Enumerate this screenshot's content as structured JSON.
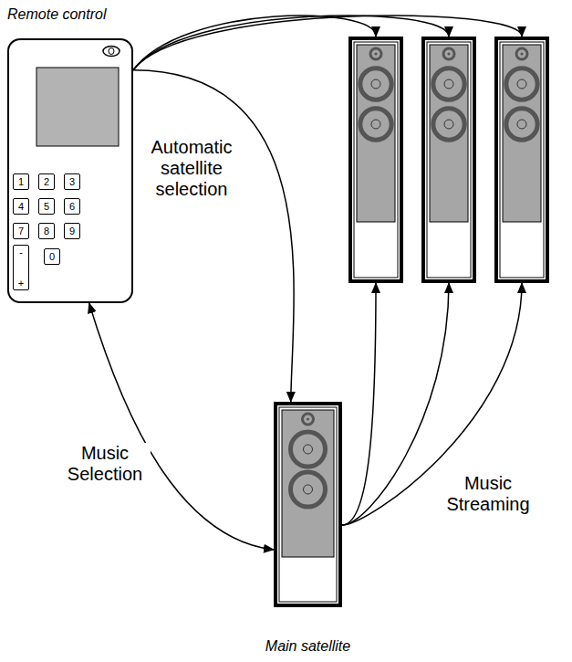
{
  "diagram": {
    "nodes": [
      {
        "text": [
          "Remote control"
        ]
      },
      {
        "text": [
          "1"
        ],
        "in": 0
      },
      {
        "text": [
          "2"
        ],
        "in": 0
      },
      {
        "text": [
          "3"
        ],
        "in": 0
      },
      {
        "text": [
          "4"
        ],
        "in": 0
      },
      {
        "text": [
          "5"
        ],
        "in": 0
      },
      {
        "text": [
          "6"
        ],
        "in": 0
      },
      {
        "text": [
          "7"
        ],
        "in": 0
      },
      {
        "text": [
          "8"
        ],
        "in": 0
      },
      {
        "text": [
          "9"
        ],
        "in": 0
      },
      {
        "text": [
          "-",
          "+"
        ],
        "in": 0
      },
      {
        "text": [
          "0"
        ],
        "in": 0
      },
      {
        "text": []
      },
      {
        "text": []
      },
      {
        "text": []
      },
      {
        "text": [
          "Main satellite"
        ]
      }
    ],
    "edges": [
      {
        "from": 0,
        "to": 15,
        "arrow": "to",
        "label": "Automatic satellite selection"
      },
      {
        "from": 0,
        "to": 12,
        "arrow": "to"
      },
      {
        "from": 0,
        "to": 13,
        "arrow": "to"
      },
      {
        "from": 0,
        "to": 14,
        "arrow": "to"
      },
      {
        "from": 0,
        "to": 15,
        "arrow": "both",
        "label": "Music Selection"
      },
      {
        "from": 15,
        "to": 12,
        "arrow": "to"
      },
      {
        "from": 15,
        "to": 13,
        "arrow": "to"
      },
      {
        "from": 15,
        "to": 14,
        "arrow": "to",
        "label": "Music Streaming"
      }
    ]
  }
}
